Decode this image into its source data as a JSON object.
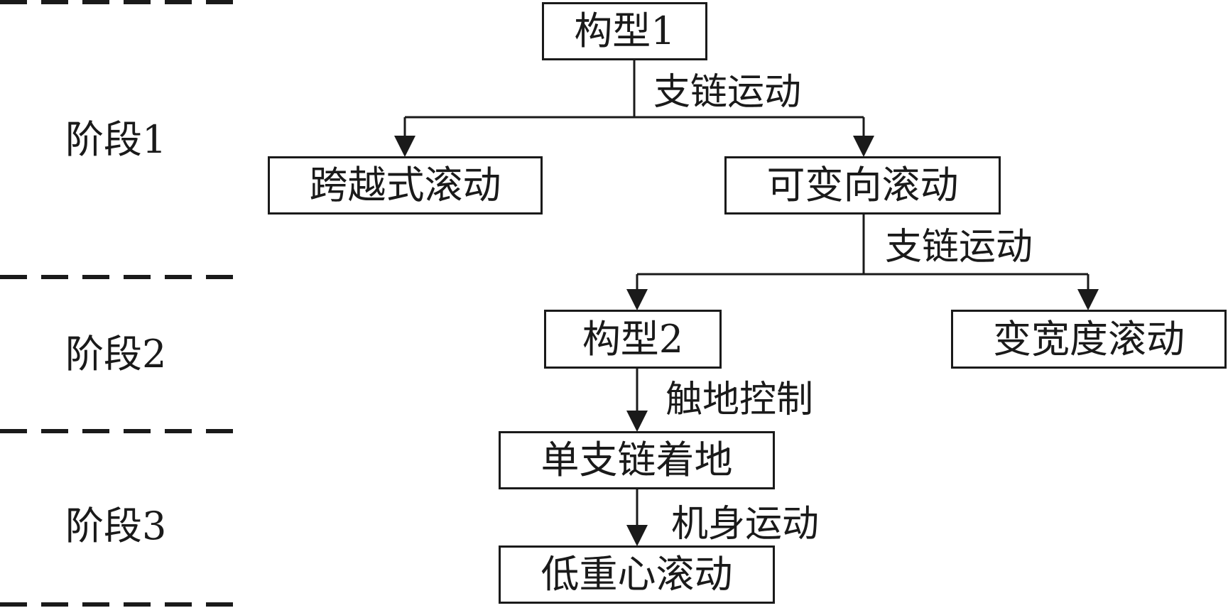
{
  "stages": [
    "阶段1",
    "阶段2",
    "阶段3"
  ],
  "nodes": {
    "config1": "构型1",
    "cross_roll": "跨越式滚动",
    "variable_roll": "可变向滚动",
    "config2": "构型2",
    "variable_width_roll": "变宽度滚动",
    "single_chain_landing": "单支链着地",
    "low_cog_roll": "低重心滚动"
  },
  "edge_labels": {
    "branch_motion_1": "支链运动",
    "branch_motion_2": "支链运动",
    "ground_control": "触地控制",
    "body_motion": "机身运动"
  }
}
